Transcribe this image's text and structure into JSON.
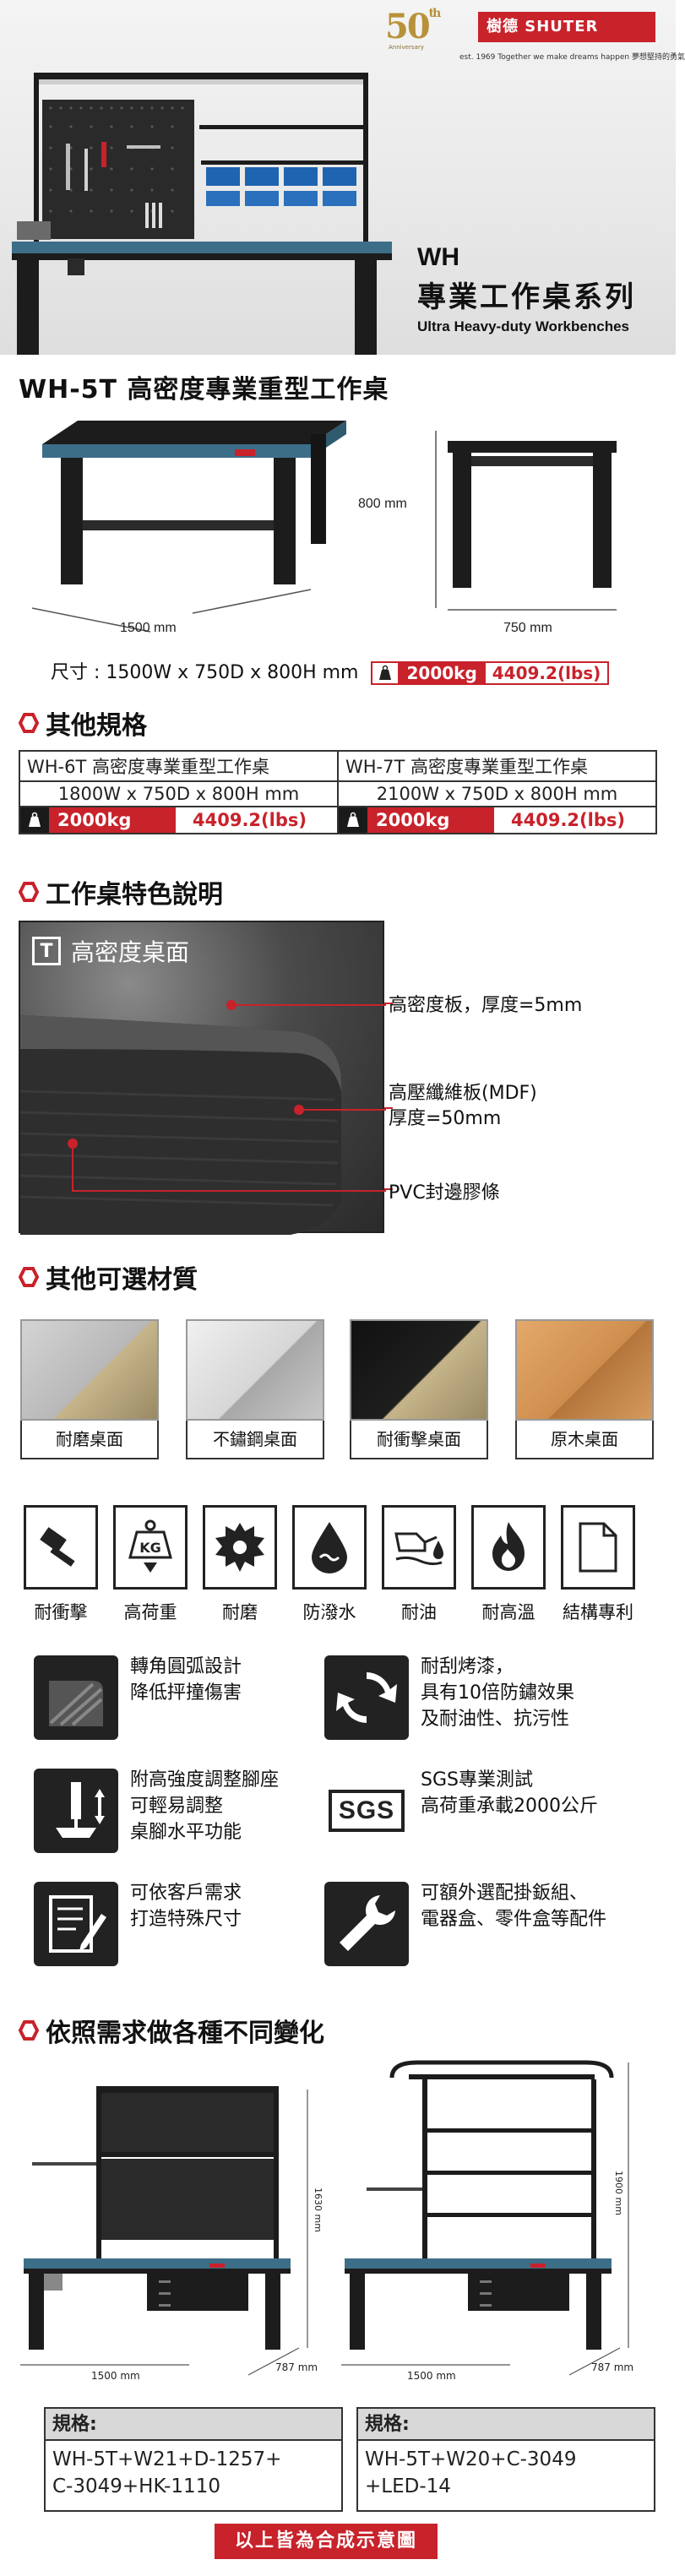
{
  "brand": {
    "anniversary": "50",
    "anniversary_suffix": "th",
    "anniversary_sub": "Anniversary",
    "name": "樹德 SHUTER",
    "slogan": "est. 1969 Together we make dreams happen 夢想堅持的勇氣"
  },
  "hero": {
    "series_code": "WH",
    "series_name": "專業工作桌系列",
    "series_en": "Ultra Heavy-duty Workbenches"
  },
  "product": {
    "title": "WH-5T 高密度專業重型工作桌",
    "dim_height": "800 mm",
    "dim_width": "1500 mm",
    "dim_depth": "750 mm",
    "size_text": "尺寸 : 1500W x 750D x 800H mm",
    "weight_kg": "2000kg",
    "weight_lbs": "4409.2(lbs)"
  },
  "other_specs": {
    "heading": "其他規格",
    "columns": [
      {
        "name": "WH-6T 高密度專業重型工作桌",
        "size": "1800W x 750D x 800H mm",
        "kg": "2000kg",
        "lbs": "4409.2(lbs)"
      },
      {
        "name": "WH-7T 高密度專業重型工作桌",
        "size": "2100W x 750D x 800H mm",
        "kg": "2000kg",
        "lbs": "4409.2(lbs)"
      }
    ]
  },
  "features_section": {
    "heading": "工作桌特色說明",
    "photo_badge": "T",
    "photo_title": "高密度桌面",
    "callouts": [
      "高密度板，厚度=5mm",
      "高壓纖維板(MDF)",
      "厚度=50mm",
      "PVC封邊膠條"
    ]
  },
  "materials": {
    "heading": "其他可選材質",
    "items": [
      "耐磨桌面",
      "不鏽鋼桌面",
      "耐衝擊桌面",
      "原木桌面"
    ]
  },
  "icons": {
    "items": [
      "耐衝擊",
      "高荷重",
      "耐磨",
      "防潑水",
      "耐油",
      "耐高溫",
      "結構專利"
    ],
    "kg_text": "KG"
  },
  "feature_grid": [
    {
      "lines": [
        "轉角圓弧設計",
        "降低抨撞傷害"
      ]
    },
    {
      "lines": [
        "耐刮烤漆，",
        "具有10倍防鏽效果",
        "及耐油性、抗污性"
      ]
    },
    {
      "lines": [
        "附高強度調整腳座",
        "可輕易調整",
        "桌腳水平功能"
      ]
    },
    {
      "lines": [
        "SGS專業測試",
        "高荷重承載2000公斤"
      ]
    },
    {
      "lines": [
        "可依客戶需求",
        "打造特殊尺寸"
      ]
    },
    {
      "lines": [
        "可額外選配掛鈑組、",
        "電器盒、零件盒等配件"
      ]
    }
  ],
  "sgs_text": "SGS",
  "variants": {
    "heading": "依照需求做各種不同變化",
    "items": [
      {
        "height": "1630 mm",
        "width": "1500 mm",
        "depth": "787 mm",
        "spec_label": "規格:",
        "spec_lines": [
          "WH-5T+W21+D-1257+",
          "C-3049+HK-1110"
        ]
      },
      {
        "height": "1900 mm",
        "width": "1500 mm",
        "depth": "787 mm",
        "spec_label": "規格:",
        "spec_lines": [
          "WH-5T+W20+C-3049",
          "+LED-14"
        ]
      }
    ]
  },
  "footer_note": "以上皆為合成示意圖",
  "colors": {
    "accent": "#c8222b",
    "dark": "#1c1c1c",
    "top_edge": "#3d6e87"
  }
}
